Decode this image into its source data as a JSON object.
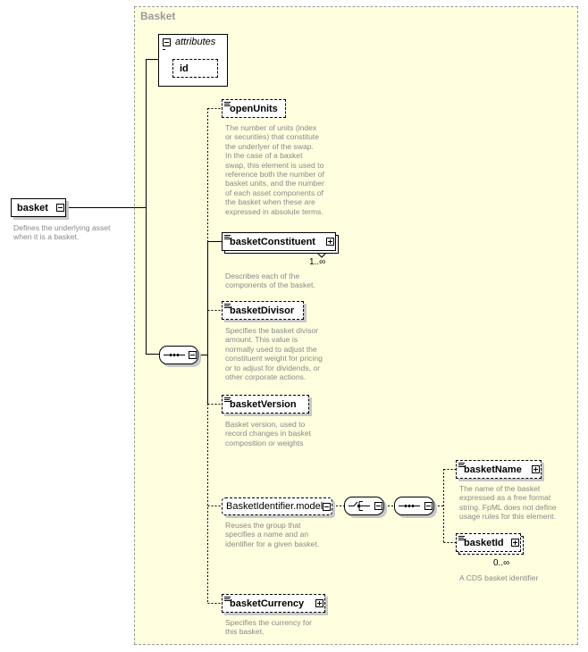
{
  "group": {
    "title": "Basket"
  },
  "attributes": {
    "label": "attributes",
    "id_label": "id"
  },
  "root": {
    "name": "basket",
    "description": [
      "Defines the underlying asset",
      "when it is a basket."
    ]
  },
  "elements": {
    "openUnits": {
      "name": "openUnits",
      "description": [
        "The number of units (index",
        "or securities) that constitute",
        "the underlyer of the swap.",
        "In the case of a basket",
        "swap, this element is used to",
        "reference both the number of",
        "basket units, and the number",
        "of each asset components of",
        "the basket when these are",
        "expressed in absolute terms."
      ]
    },
    "basketConstituent": {
      "name": "basketConstituent",
      "cardinality": "1..∞",
      "description": [
        "Describes each of the",
        "components of the basket."
      ]
    },
    "basketDivisor": {
      "name": "basketDivisor",
      "description": [
        "Specifies the basket divisor",
        "amount. This value is",
        "normally used to adjust the",
        "constituent weight for pricing",
        "or to adjust for dividends, or",
        "other corporate actions."
      ]
    },
    "basketVersion": {
      "name": "basketVersion",
      "description": [
        "Basket version, used to",
        "record changes in basket",
        "composition or weights"
      ]
    },
    "basketIdentifierModel": {
      "name": "BasketIdentifier.model",
      "description": [
        "Reuses the group that",
        "specifies a name and an",
        "identifier for a given basket."
      ]
    },
    "basketName": {
      "name": "basketName",
      "description": [
        "The name of the basket",
        "expressed as a free format",
        "string. FpML does not define",
        "usage rules for this element."
      ]
    },
    "basketId": {
      "name": "basketId",
      "cardinality": "0..∞",
      "description": [
        "A CDS basket identifier"
      ]
    },
    "basketCurrency": {
      "name": "basketCurrency",
      "description": [
        "Specifies the currency for",
        "this basket."
      ]
    }
  },
  "colors": {
    "group_fill": "#ffffe0",
    "group_border": "#999999",
    "description_text": "#888888",
    "shadow": "#c8c8c8"
  }
}
